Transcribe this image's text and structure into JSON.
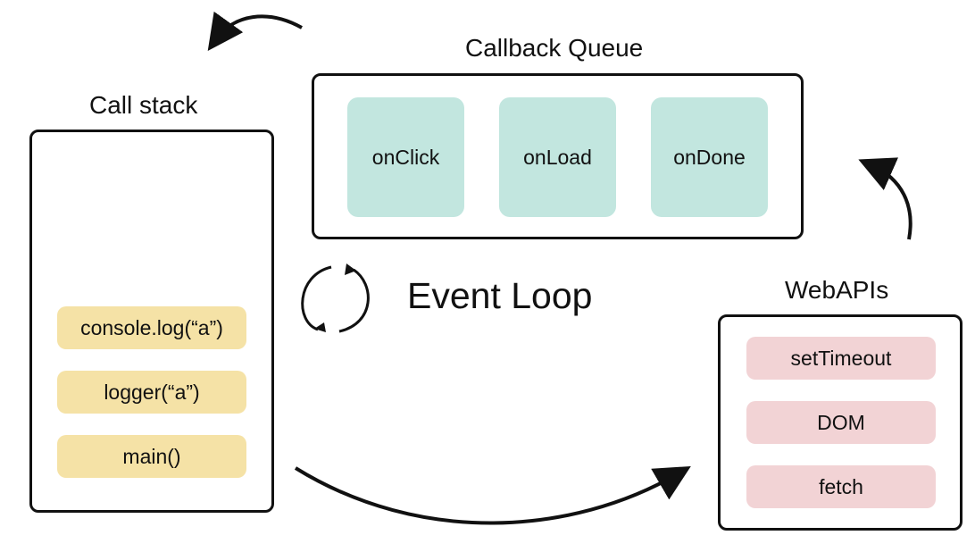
{
  "colors": {
    "stack_item": "#f5e2a6",
    "queue_item": "#c2e6df",
    "api_item": "#f2d3d5",
    "stroke": "#111111"
  },
  "call_stack": {
    "title": "Call stack",
    "items": [
      "console.log(“a”)",
      "logger(“a”)",
      "main()"
    ]
  },
  "callback_queue": {
    "title": "Callback Queue",
    "items": [
      "onClick",
      "onLoad",
      "onDone"
    ]
  },
  "web_apis": {
    "title": "WebAPIs",
    "items": [
      "setTimeout",
      "DOM",
      "fetch"
    ]
  },
  "event_loop": {
    "title": "Event Loop",
    "icon": "refresh-cycle-icon"
  }
}
